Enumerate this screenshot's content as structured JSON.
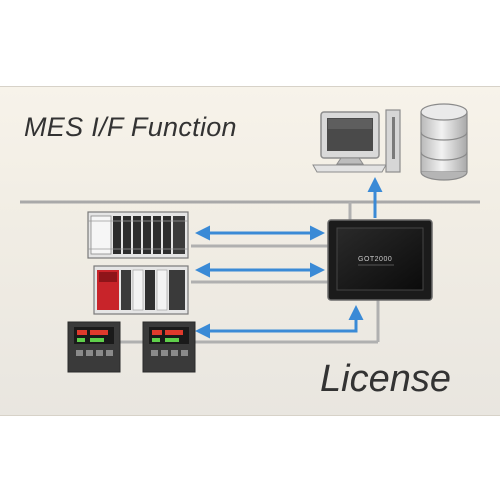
{
  "title": "MES I/F Function",
  "footer_label": "License",
  "display_unit": {
    "brand_text": "GOT2000"
  },
  "icons": [
    "monitor-icon",
    "server-icon",
    "display-unit-icon",
    "plc-icon",
    "plc-icon",
    "controller-icon",
    "controller-icon"
  ],
  "colors": {
    "arrow": "#3a8ad6",
    "line": "#a9a9a9",
    "panel": "#f2eee6"
  }
}
